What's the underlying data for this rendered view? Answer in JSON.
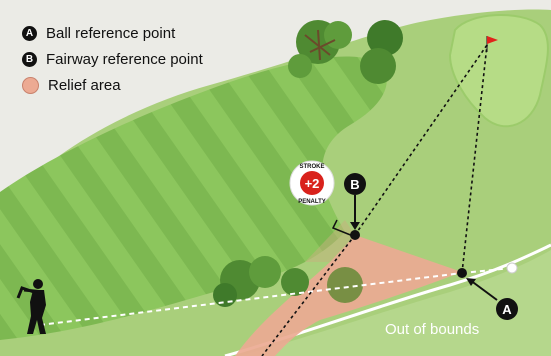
{
  "legend": {
    "items": [
      {
        "badge": "A",
        "label": "Ball reference point"
      },
      {
        "badge": "B",
        "label": "Fairway reference point"
      },
      {
        "badge": "",
        "label": "Relief area"
      }
    ]
  },
  "markers": {
    "a": "A",
    "b": "B"
  },
  "penalty": {
    "top_text": "STROKE",
    "value": "+2",
    "bottom_text": "PENALTY"
  },
  "out_of_bounds_label": "Out of bounds",
  "colors": {
    "background": "#ebebe6",
    "rough": "#a9cf7b",
    "fairway_light": "#8cc65d",
    "fairway_dark": "#7cb64f",
    "green": "#b6dc86",
    "relief_area": "#ecaa93",
    "flag": "#e0231b",
    "penalty_red": "#d9221c"
  }
}
